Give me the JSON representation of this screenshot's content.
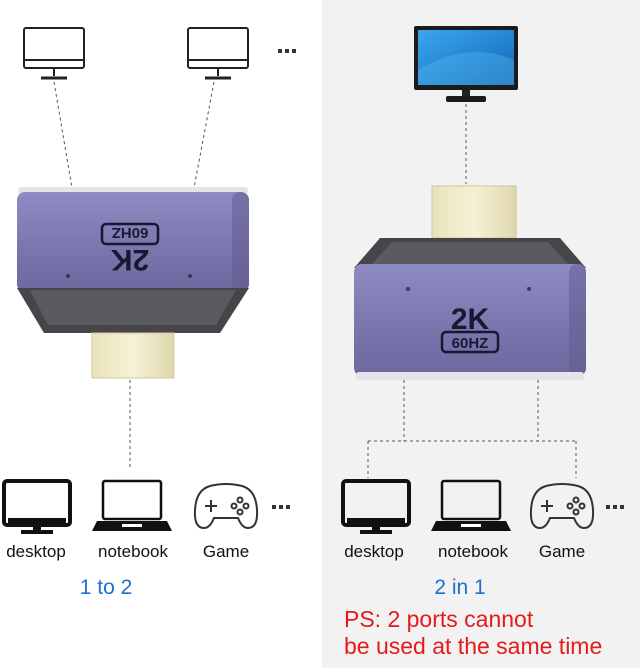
{
  "left_panel": {
    "caption": "1 to 2",
    "adapter": {
      "line1": "2K",
      "line2": "60HZ"
    },
    "devices": [
      {
        "label": "desktop",
        "icon": "desktop-icon"
      },
      {
        "label": "notebook",
        "icon": "laptop-icon"
      },
      {
        "label": "Game",
        "icon": "gamepad-icon"
      }
    ]
  },
  "right_panel": {
    "caption": "2 in 1",
    "adapter": {
      "line1": "2K",
      "line2": "60HZ"
    },
    "devices": [
      {
        "label": "desktop",
        "icon": "desktop-icon"
      },
      {
        "label": "notebook",
        "icon": "laptop-icon"
      },
      {
        "label": "Game",
        "icon": "gamepad-icon"
      }
    ],
    "note": {
      "line1": "PS: 2 ports cannot",
      "line2": "be used at the same time"
    }
  },
  "colors": {
    "caption": "#1f6fd1",
    "note": "#e31b1b",
    "adapter_body": "#7f7bb3",
    "monitor_screen": "#1f86d6"
  }
}
